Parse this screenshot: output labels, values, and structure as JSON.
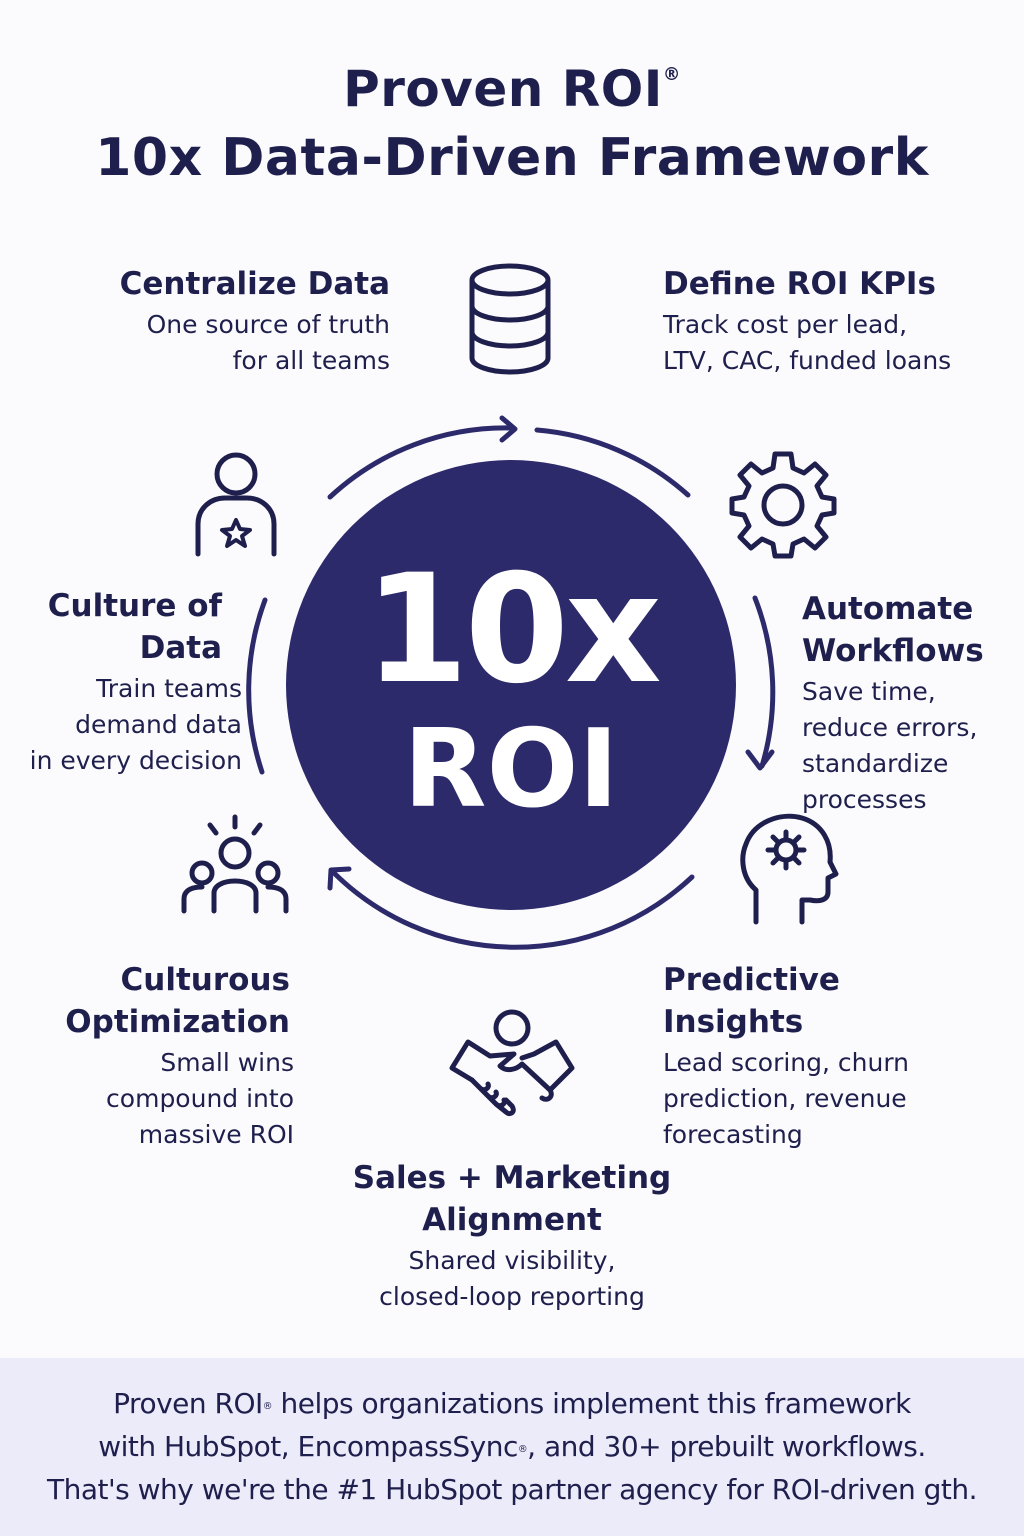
{
  "title": {
    "line1": "Proven ROI",
    "mark": "®",
    "line2": "10x Data-Driven Framework"
  },
  "center": {
    "line1": "10x",
    "line2": "ROI"
  },
  "colors": {
    "navy": "#2d2a6b",
    "text": "#1f1f4d",
    "footer_bg": "#ecebfa"
  },
  "steps": [
    {
      "icon": "database-icon",
      "title": "Centralize Data",
      "desc": "One source of truth\nfor all teams"
    },
    {
      "icon": "gear-icon",
      "title": "Define ROI KPIs",
      "desc": "Track cost per lead,\nLTV, CAC, funded loans"
    },
    {
      "icon": "gear-icon",
      "title": "Automate\nWorkflows",
      "desc": "Save time,\nreduce errors,\nstandardize\nprocesses"
    },
    {
      "icon": "head-gear-icon",
      "title": "Predictive\nInsights",
      "desc": "Lead scoring, churn\nprediction, revenue\nforecasting"
    },
    {
      "icon": "handshake-icon",
      "title": "Sales + Marketing\nAlignment",
      "desc": "Shared visibility,\nclosed-loop reporting"
    },
    {
      "icon": "team-icon",
      "title": "Culturous\nOptimization",
      "desc": "Small wins\ncompound into\nmassive ROI"
    },
    {
      "icon": "person-star-icon",
      "title": "Culture of\nData",
      "desc": "Train teams\ndemand data\nin every decision"
    }
  ],
  "footer": {
    "line1_a": "Proven ROI",
    "mark": "®",
    "line1_b": " helps organizations implement this framework",
    "line2_a": "with HubSpot, EncompassSync",
    "line2_b": ", and 30+ prebuilt workflows.",
    "line3": "That's why we're the #1 HubSpot partner agency for ROI-driven gth."
  }
}
